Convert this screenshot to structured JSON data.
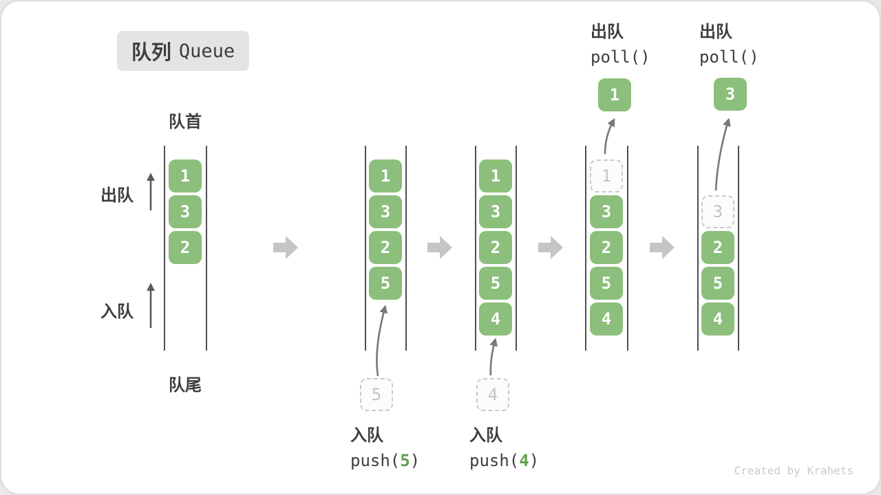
{
  "title": {
    "zh": "队列",
    "en": "Queue"
  },
  "labels": {
    "front": "队首",
    "rear": "队尾",
    "dequeue_side": "出队",
    "enqueue_side": "入队"
  },
  "columns": [
    {
      "boxes": [
        {
          "value": "1"
        },
        {
          "value": "3"
        },
        {
          "value": "2"
        }
      ]
    },
    {
      "boxes": [
        {
          "value": "1"
        },
        {
          "value": "3"
        },
        {
          "value": "2"
        },
        {
          "value": "5"
        }
      ],
      "incoming": {
        "value": "5"
      }
    },
    {
      "boxes": [
        {
          "value": "1"
        },
        {
          "value": "3"
        },
        {
          "value": "2"
        },
        {
          "value": "5"
        },
        {
          "value": "4"
        }
      ],
      "incoming": {
        "value": "4"
      }
    },
    {
      "boxes": [
        {
          "value": "1",
          "style": "dashed"
        },
        {
          "value": "3"
        },
        {
          "value": "2"
        },
        {
          "value": "5"
        },
        {
          "value": "4"
        }
      ],
      "popped": {
        "value": "1"
      }
    },
    {
      "boxes": [
        {
          "value": "3",
          "style": "dashed"
        },
        {
          "value": "2"
        },
        {
          "value": "5"
        },
        {
          "value": "4"
        }
      ],
      "popped": {
        "value": "3"
      }
    }
  ],
  "operations": {
    "push5": {
      "op": "入队",
      "fn_open": "push(",
      "arg": "5",
      "fn_close": ")"
    },
    "push4": {
      "op": "入队",
      "fn_open": "push(",
      "arg": "4",
      "fn_close": ")"
    },
    "poll1": {
      "op": "出队",
      "fn": "poll()"
    },
    "poll2": {
      "op": "出队",
      "fn": "poll()"
    }
  },
  "watermark": "Created by Krahets",
  "colors": {
    "box_green": "#8CBE7C",
    "arg_green": "#5FA04E",
    "text_dark": "#3D3D3D",
    "line_gray": "#4F4F4F",
    "flow_arrow_gray": "#C5C5C5",
    "dashed_gray": "#C9C9C9"
  }
}
